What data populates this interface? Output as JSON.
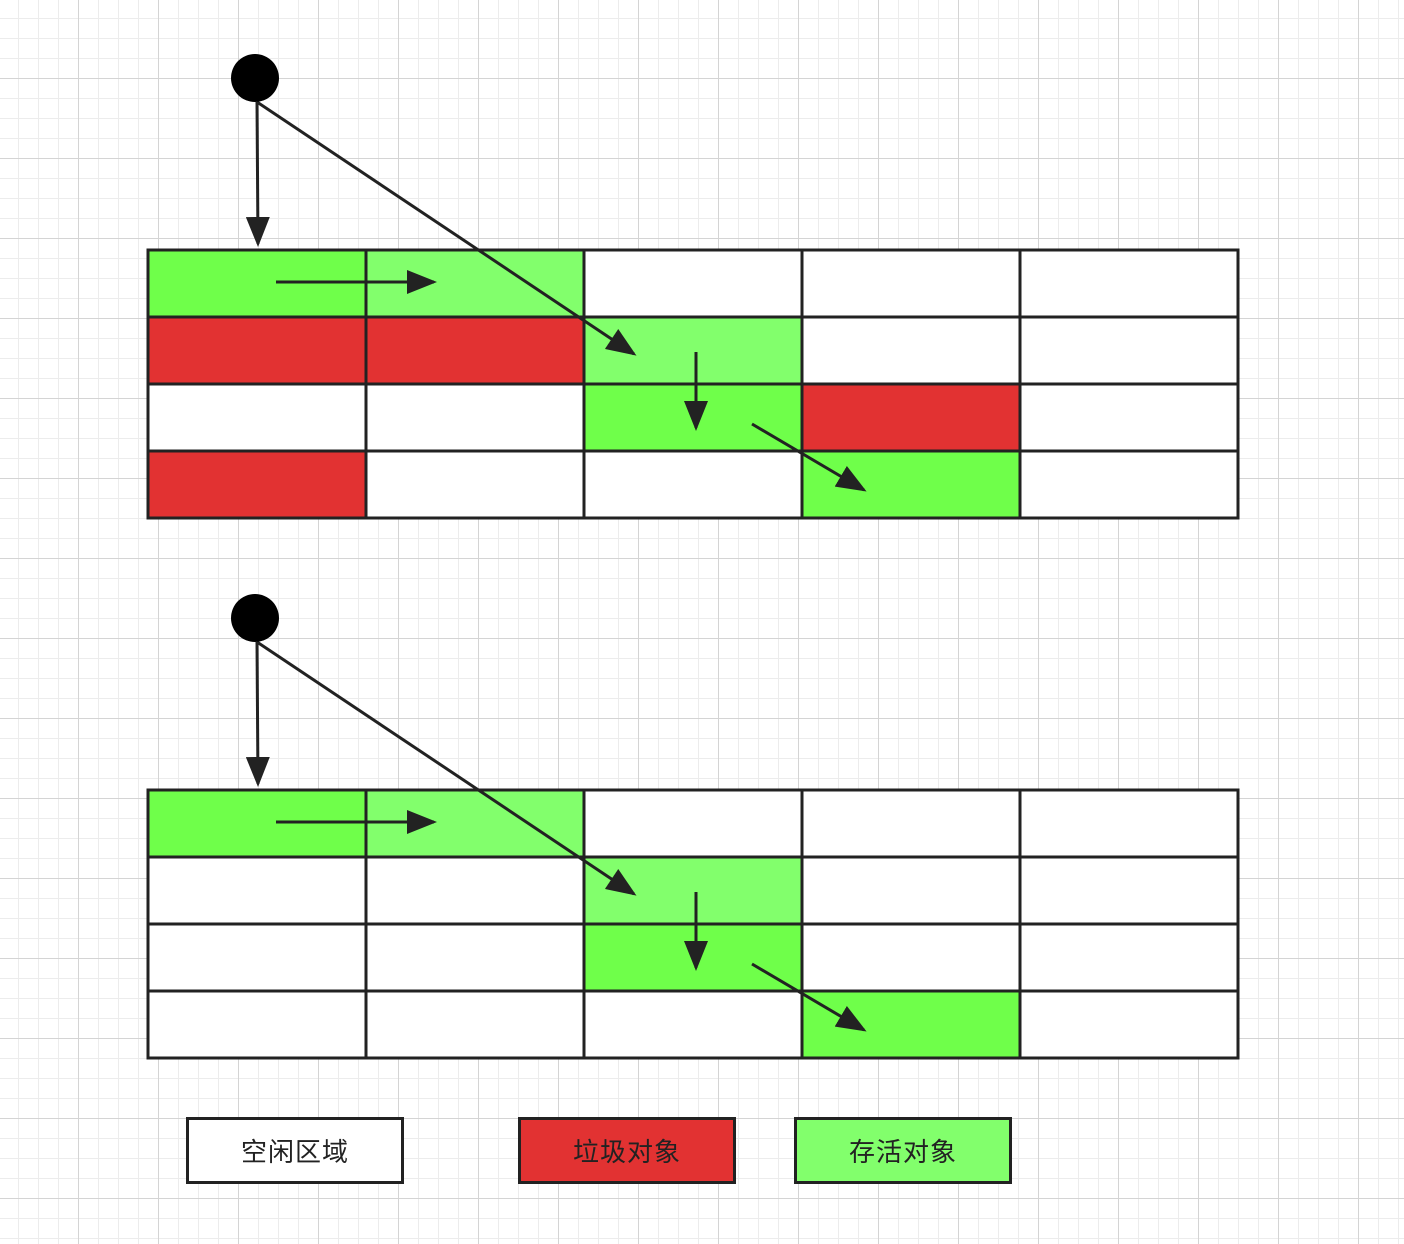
{
  "colors": {
    "free": "#ffffff",
    "garbage": "#e23232",
    "live_dark": "#6fff4a",
    "live_light": "#82ff6c",
    "line": "#222222"
  },
  "diagrams": [
    {
      "name": "before-compaction",
      "grid": [
        [
          "live_dark",
          "live_light",
          "free",
          "free",
          "free"
        ],
        [
          "garbage",
          "garbage",
          "live_light",
          "free",
          "free"
        ],
        [
          "free",
          "free",
          "live_dark",
          "garbage",
          "free"
        ],
        [
          "garbage",
          "free",
          "free",
          "live_dark",
          "free"
        ]
      ]
    },
    {
      "name": "after-compaction",
      "grid": [
        [
          "live_dark",
          "live_light",
          "free",
          "free",
          "free"
        ],
        [
          "free",
          "free",
          "live_light",
          "free",
          "free"
        ],
        [
          "free",
          "free",
          "live_dark",
          "free",
          "free"
        ],
        [
          "free",
          "free",
          "free",
          "live_dark",
          "free"
        ]
      ]
    }
  ],
  "legend": {
    "free_label": "空闲区域",
    "garbage_label": "垃圾对象",
    "live_label": "存活对象"
  }
}
